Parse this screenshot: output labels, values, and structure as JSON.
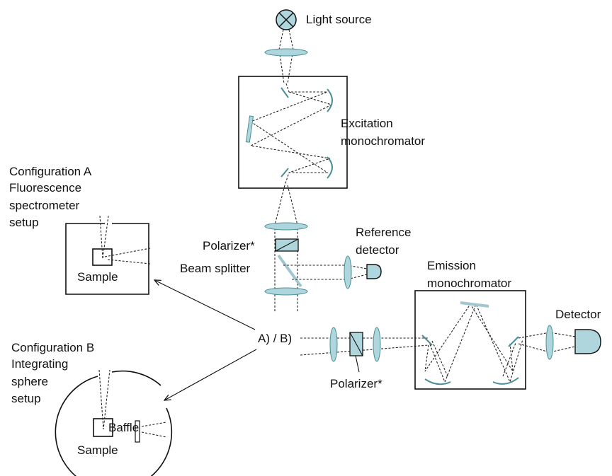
{
  "labels": {
    "light_source": "Light source",
    "excitation_line1": "Excitation",
    "excitation_line2": "monochromator",
    "config_a_line1": "Configuration A",
    "config_a_line2": "Fluorescence",
    "config_a_line3": "spectrometer",
    "config_a_line4": "setup",
    "sample_a": "Sample",
    "polarizer_top": "Polarizer*",
    "beam_splitter": "Beam splitter",
    "reference_line1": "Reference",
    "reference_line2": "detector",
    "emission_line1": "Emission",
    "emission_line2": "monochromator",
    "detector": "Detector",
    "ab": "A) / B)",
    "polarizer_bottom": "Polarizer*",
    "config_b_line1": "Configuration B",
    "config_b_line2": "Integrating",
    "config_b_line3": "sphere",
    "config_b_line4": "setup",
    "baffle": "Baffle",
    "sample_b": "Sample"
  },
  "colors": {
    "optic_fill": "#aed6dc",
    "optic_stroke": "#4a8f98",
    "line": "#111111"
  }
}
